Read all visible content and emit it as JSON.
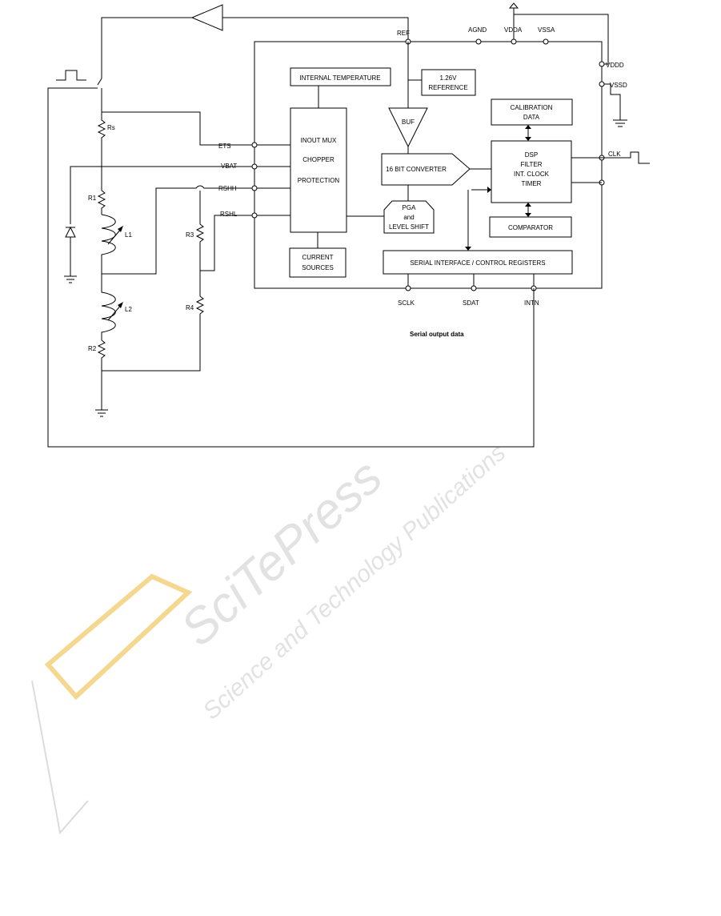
{
  "diagram": {
    "pins": {
      "ref": "REF",
      "agnd": "AGND",
      "vdda": "VDDA",
      "vssa": "VSSA",
      "vddd": "VDDD",
      "vssd": "VSSD",
      "clk": "CLK",
      "ets": "ETS",
      "vbat": "VBAT",
      "rshh": "RSHH",
      "rshl": "RSHL",
      "sclk": "SCLK",
      "sdat": "SDAT",
      "intn": "INTN"
    },
    "blocks": {
      "internal_temperature": "INTERNAL TEMPERATURE",
      "reference_line1": "1.26V",
      "reference_line2": "REFERENCE",
      "mux_line1": "INOUT MUX",
      "mux_line2": "CHOPPER",
      "mux_line3": "PROTECTION",
      "buf": "BUF",
      "converter": "16 BIT CONVERTER",
      "pga_line1": "PGA",
      "pga_line2": "and",
      "pga_line3": "LEVEL SHIFT",
      "calibration_line1": "CALIBRATION",
      "calibration_line2": "DATA",
      "dsp_line1": "DSP",
      "dsp_line2": "FILTER",
      "dsp_line3": "INT. CLOCK",
      "dsp_line4": "TIMER",
      "comparator": "COMPARATOR",
      "current_line1": "CURRENT",
      "current_line2": "SOURCES",
      "serial_interface": "SERIAL INTERFACE / CONTROL REGISTERS"
    },
    "components": {
      "rs": "Rs",
      "r1": "R1",
      "r2": "R2",
      "r3": "R3",
      "r4": "R4",
      "l1": "L1",
      "l2": "L2"
    },
    "caption": "Serial output data"
  },
  "watermark": {
    "line1": "SciTePress",
    "line2": "Science and Technology Publications",
    "accent_color": "#f5d890",
    "text_color": "#e2e2e2"
  }
}
